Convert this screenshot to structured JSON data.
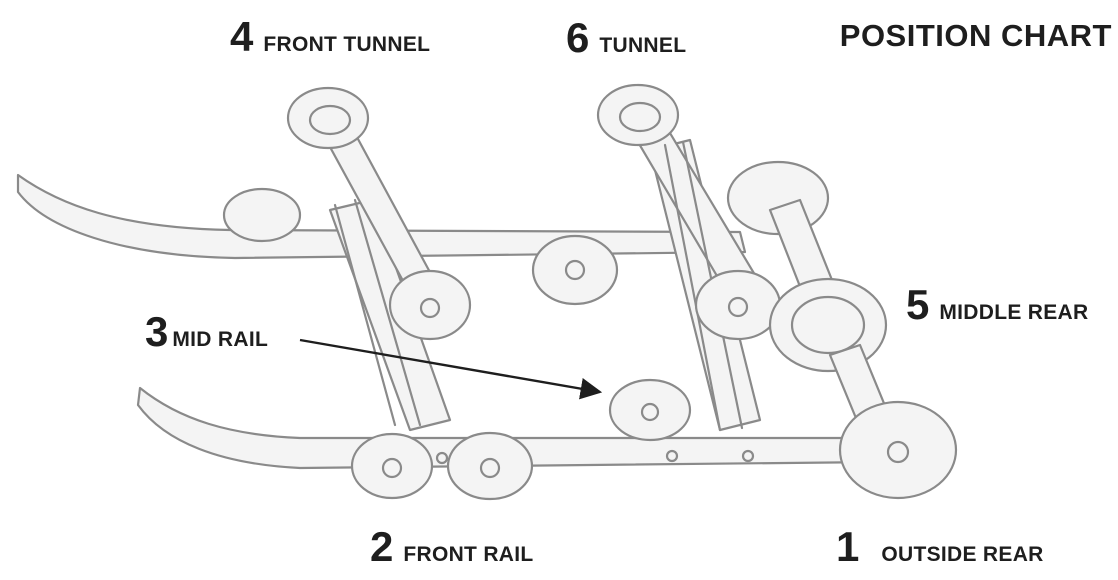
{
  "title": "POSITION CHART",
  "positions": [
    {
      "number": "4",
      "label": "FRONT TUNNEL"
    },
    {
      "number": "6",
      "label": "TUNNEL"
    },
    {
      "number": "5",
      "label": "MIDDLE REAR"
    },
    {
      "number": "3",
      "label": "MID RAIL"
    },
    {
      "number": "2",
      "label": "FRONT RAIL"
    },
    {
      "number": "1",
      "label": "OUTSIDE REAR"
    }
  ],
  "colors": {
    "ink": "#1e1e1e",
    "sketch_stroke": "#8a8a8a",
    "sketch_fill": "#f4f4f4",
    "background": "#ffffff"
  }
}
